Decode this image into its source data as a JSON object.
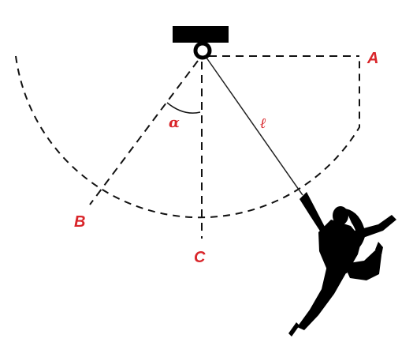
{
  "labels": {
    "point_a": "A",
    "point_b": "B",
    "point_c": "C",
    "angle": "α",
    "length": "ℓ"
  },
  "colors": {
    "label": "#d9252a",
    "line": "#111111",
    "silhouette": "#000000"
  }
}
